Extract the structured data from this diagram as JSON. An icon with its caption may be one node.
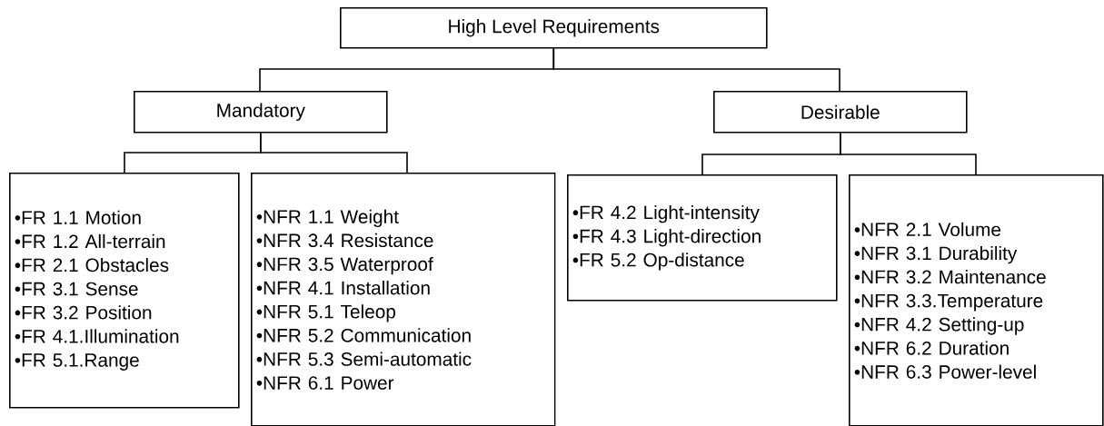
{
  "diagram": {
    "nodes": [
      {
        "text": [
          "High Level Requirements"
        ]
      },
      {
        "text": [
          "Mandatory"
        ]
      },
      {
        "text": [
          "Desirable"
        ]
      },
      {
        "text": [
          "•FR 1.1 Motion",
          "•FR 1.2 All-terrain",
          "•FR 2.1 Obstacles",
          "•FR 3.1 Sense",
          "•FR 3.2 Position",
          "•FR 4.1.Illumination",
          "•FR 5.1.Range"
        ]
      },
      {
        "text": [
          "•NFR 1.1 Weight",
          "•NFR 3.4 Resistance",
          "•NFR 3.5 Waterproof",
          "•NFR 4.1 Installation",
          "•NFR 5.1 Teleop",
          "•NFR 5.2 Communication",
          "•NFR 5.3 Semi-automatic",
          "•NFR 6.1 Power"
        ]
      },
      {
        "text": [
          "•FR 4.2 Light-intensity",
          "•FR 4.3 Light-direction",
          "•FR 5.2 Op-distance"
        ]
      },
      {
        "text": [
          "•NFR 2.1 Volume",
          "•NFR 3.1 Durability",
          "•NFR 3.2 Maintenance",
          "•NFR 3.3.Temperature",
          "•NFR 4.2 Setting-up",
          "•NFR 6.2 Duration",
          "•NFR 6.3 Power-level"
        ]
      }
    ],
    "edges": [
      {
        "from": 0,
        "to": 1,
        "arrow": "none"
      },
      {
        "from": 0,
        "to": 2,
        "arrow": "none"
      },
      {
        "from": 1,
        "to": 3,
        "arrow": "none"
      },
      {
        "from": 1,
        "to": 4,
        "arrow": "none"
      },
      {
        "from": 2,
        "to": 5,
        "arrow": "none"
      },
      {
        "from": 2,
        "to": 6,
        "arrow": "none"
      }
    ]
  }
}
